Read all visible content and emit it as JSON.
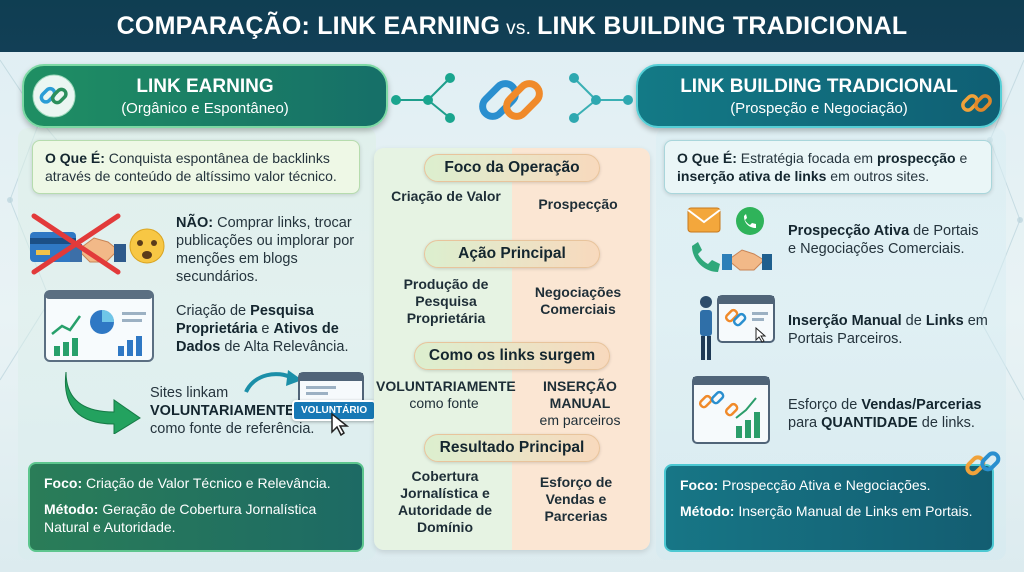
{
  "title": {
    "main": "COMPARAÇÃO: LINK EARNING",
    "vs": "vs.",
    "rest": "LINK BUILDING TRADICIONAL"
  },
  "left": {
    "title": "LINK EARNING",
    "subtitle": "(Orgânico e Espontâneo)",
    "definition_label": "O Que É:",
    "definition_text": " Conquista espontânea de backlinks através de conteúdo de altíssimo valor técnico.",
    "no_label": "NÃO:",
    "no_text": " Comprar links, trocar publicações ou implorar por menções em blogs secundários.",
    "research_1": "Criação de ",
    "research_2": "Pesquisa Proprietária",
    "research_3": " e ",
    "research_4": "Ativos de Dados",
    "research_5": " de Alta Relevância.",
    "sites_1": "Sites linkam",
    "sites_2": "VOLUNTARIAMENTE",
    "sites_3": "como fonte de referência.",
    "badge": "VOLUNTÁRIO",
    "focus_label": "Foco:",
    "focus_text": " Criação de Valor Técnico e Relevância.",
    "method_label": "Método:",
    "method_text": " Geração de Cobertura Jornalística Natural e Autoridade."
  },
  "right": {
    "title": "LINK BUILDING TRADICIONAL",
    "subtitle": "(Prospeção e Negociação)",
    "definition_label": "O Que É:",
    "definition_1": " Estratégia focada em ",
    "definition_2": "prospecção",
    "definition_3": " e ",
    "definition_4": "inserção ativa de links",
    "definition_5": " em outros sites.",
    "prospect_1": "Prospecção Ativa",
    "prospect_2": " de Portais e Negociações Comerciais.",
    "insert_1": "Inserção Manual",
    "insert_2": " de ",
    "insert_3": "Links",
    "insert_4": " em Portais Parceiros.",
    "effort_1": "Esforço de ",
    "effort_2": "Vendas/Parcerias",
    "effort_3": " para ",
    "effort_4": "QUANTIDADE",
    "effort_5": " de links.",
    "focus_label": "Foco:",
    "focus_text": " Prospecção Ativa e Negociações.",
    "method_label": "Método:",
    "method_text": " Inserção Manual de Links em Portais."
  },
  "middle": {
    "sections": [
      {
        "header": "Foco da Operação",
        "left": "Criação de Valor",
        "right": "Prospecção"
      },
      {
        "header": "Ação Principal",
        "left": "Produção de Pesquisa Proprietária",
        "right": "Negociações Comerciais"
      },
      {
        "header": "Como os links surgem",
        "left_bold": "VOLUNTARIAMENTE",
        "left_small": "como fonte",
        "right_bold": "INSERÇÃO MANUAL",
        "right_small": "em parceiros"
      },
      {
        "header": "Resultado Principal",
        "left": "Cobertura Jornalística e Autoridade de Domínio",
        "right": "Esforço de Vendas e Parcerias"
      }
    ]
  },
  "colors": {
    "header_bg": "#0f3e52",
    "left_accent": "#1f8f63",
    "right_accent": "#137a86",
    "mid_left": "#e6f3e3",
    "mid_right": "#fbe6d3"
  },
  "icons": [
    "chain-link-icon",
    "credit-card-icon",
    "handshake-icon",
    "worried-face-icon",
    "dashboard-icon",
    "arrow-icon",
    "browser-icon",
    "cursor-icon",
    "mail-icon",
    "whatsapp-icon",
    "phone-icon",
    "person-icon",
    "growth-chart-icon"
  ]
}
